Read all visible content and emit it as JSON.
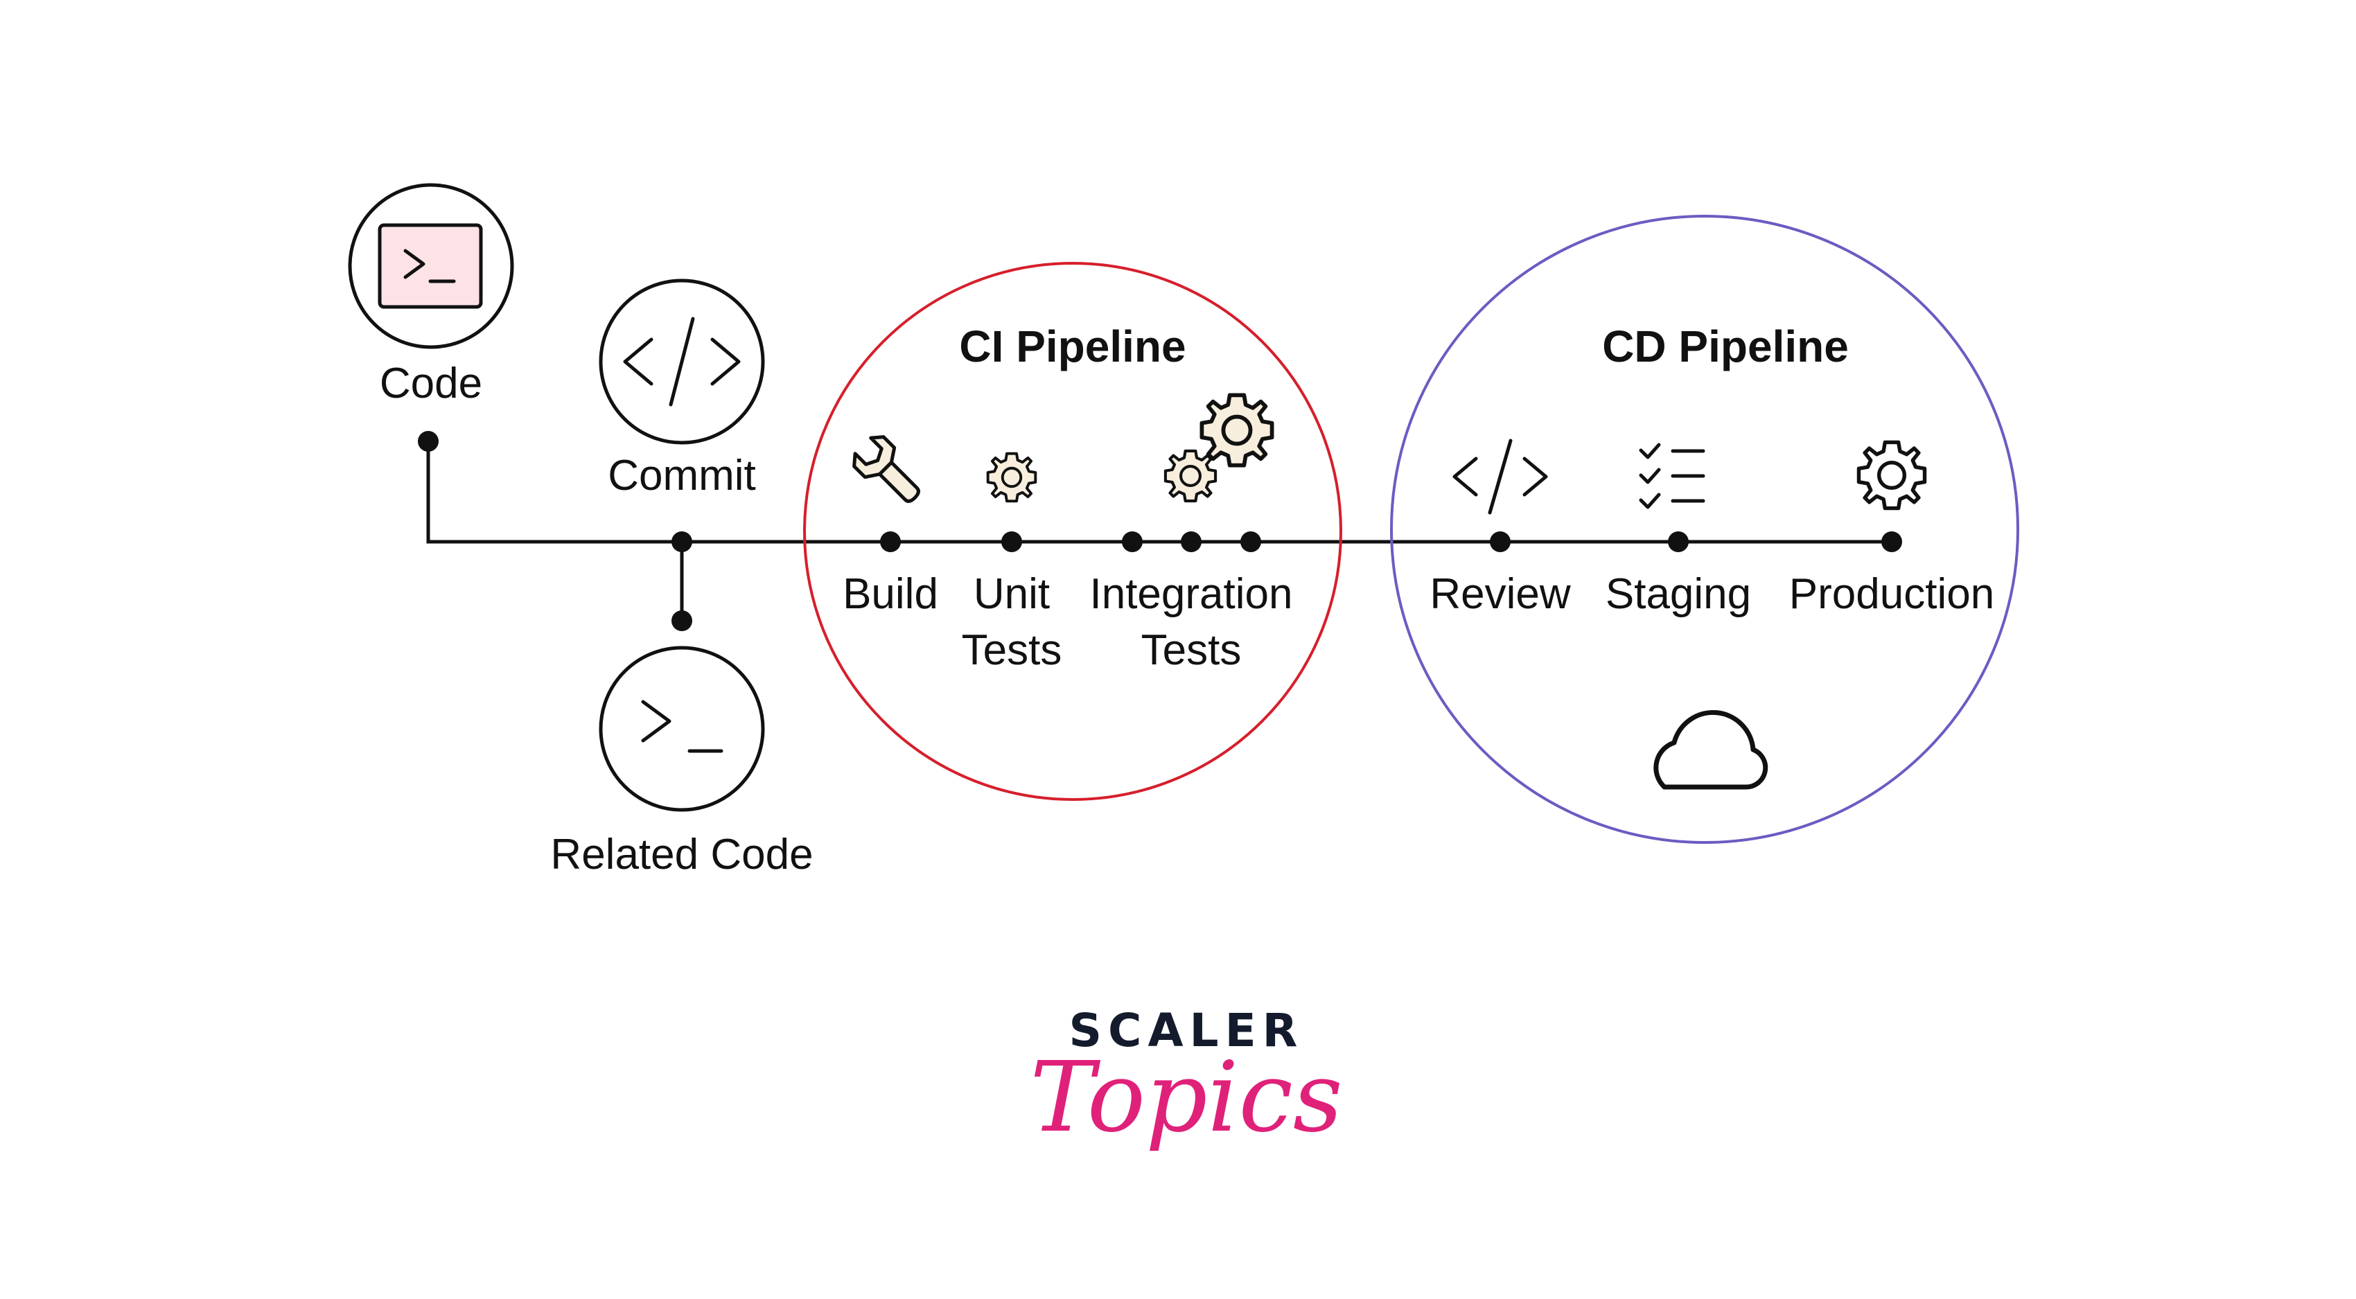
{
  "colors": {
    "line": "#111111",
    "ci_circle": "#d61f2c",
    "cd_circle": "#6b5cc2",
    "terminal_fill": "#fde3e6",
    "gear_fill": "#f7eedd",
    "brand_dark": "#141b2d",
    "brand_pink": "#e0217a"
  },
  "nodes": {
    "code": {
      "label": "Code",
      "icon": "terminal-icon"
    },
    "commit": {
      "label": "Commit",
      "icon": "code-brackets-icon"
    },
    "related_code": {
      "label": "Related Code",
      "icon": "terminal-icon"
    }
  },
  "ci": {
    "title": "CI Pipeline",
    "stages": [
      {
        "label": "Build",
        "icon": "wrench-icon"
      },
      {
        "label_line1": "Unit",
        "label_line2": "Tests",
        "icon": "gear-icon"
      },
      {
        "label_line1": "Integration",
        "label_line2": "Tests",
        "icon": "gears-icon"
      }
    ]
  },
  "cd": {
    "title": "CD Pipeline",
    "stages": [
      {
        "label": "Review",
        "icon": "code-brackets-icon"
      },
      {
        "label": "Staging",
        "icon": "checklist-icon"
      },
      {
        "label": "Production",
        "icon": "gear-icon"
      }
    ],
    "extra_icon": "cloud-icon"
  },
  "brand": {
    "line1": "SCALER",
    "line2": "Topics"
  }
}
